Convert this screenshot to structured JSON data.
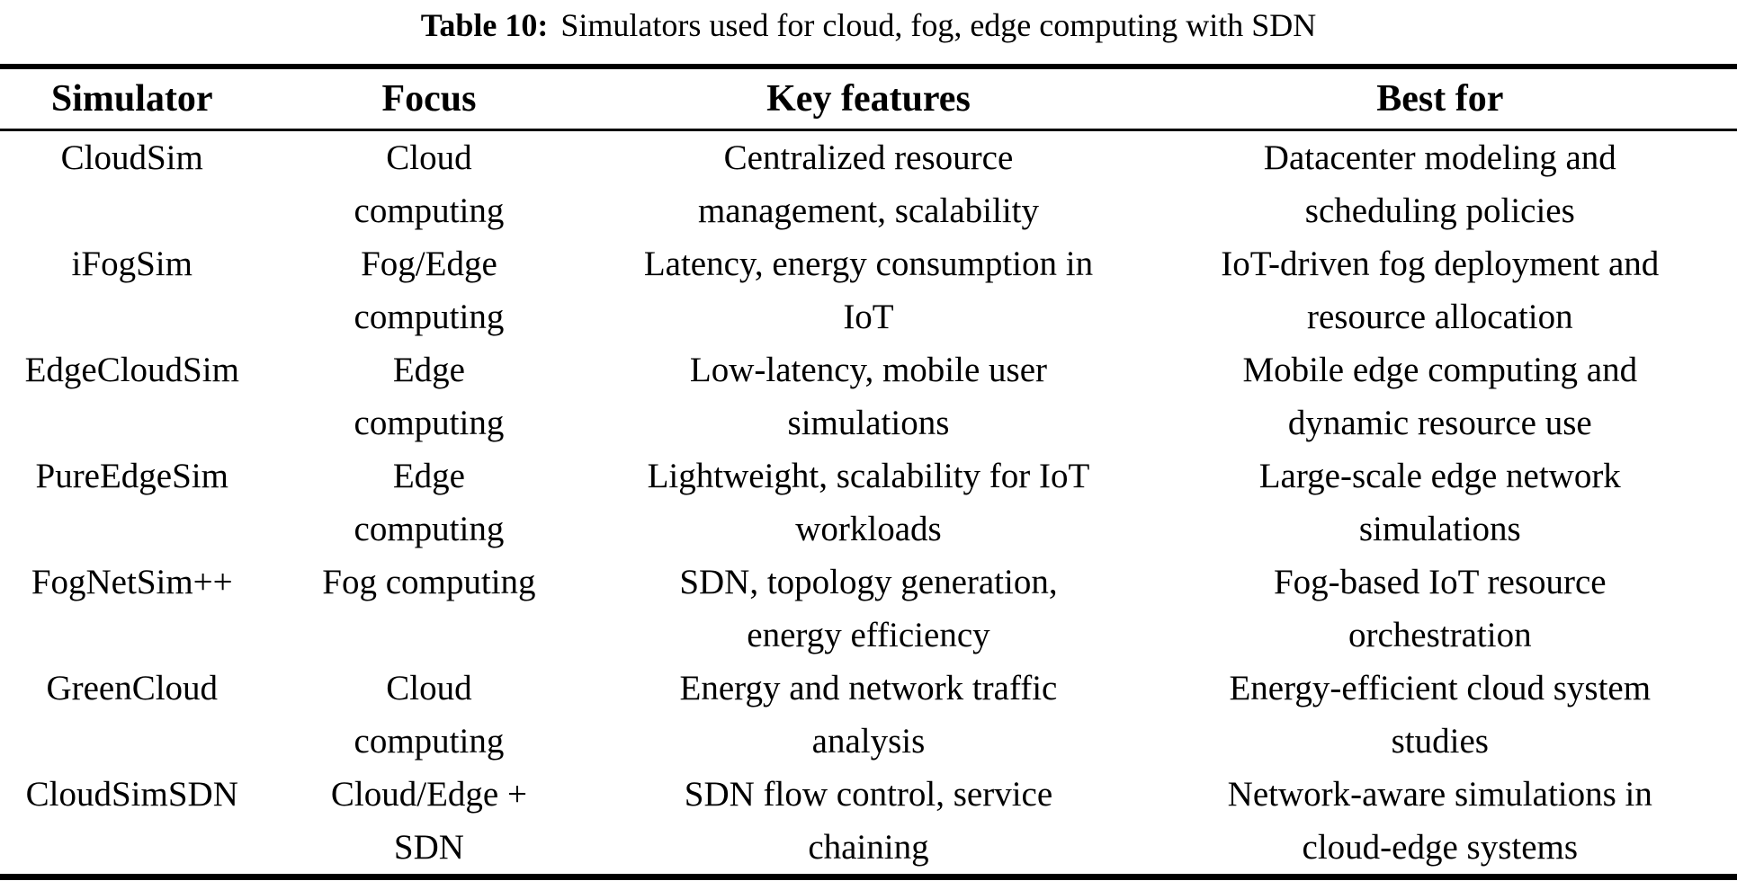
{
  "caption": {
    "label": "Table 10:",
    "text": "Simulators used for cloud, fog, edge computing with SDN"
  },
  "table": {
    "columns": [
      "Simulator",
      "Focus",
      "Key features",
      "Best for"
    ],
    "rows": [
      {
        "simulator": "CloudSim",
        "focus": "Cloud\ncomputing",
        "key_features": "Centralized resource\nmanagement, scalability",
        "best_for": "Datacenter modeling and\nscheduling policies"
      },
      {
        "simulator": "iFogSim",
        "focus": "Fog/Edge\ncomputing",
        "key_features": "Latency, energy consumption in\nIoT",
        "best_for": "IoT-driven fog deployment and\nresource allocation"
      },
      {
        "simulator": "EdgeCloudSim",
        "focus": "Edge\ncomputing",
        "key_features": "Low-latency, mobile user\nsimulations",
        "best_for": "Mobile edge computing and\ndynamic resource use"
      },
      {
        "simulator": "PureEdgeSim",
        "focus": "Edge\ncomputing",
        "key_features": "Lightweight, scalability for IoT\nworkloads",
        "best_for": "Large-scale edge network\nsimulations"
      },
      {
        "simulator": "FogNetSim++",
        "focus": "Fog computing",
        "key_features": "SDN, topology generation,\nenergy efficiency",
        "best_for": "Fog-based IoT resource\norchestration"
      },
      {
        "simulator": "GreenCloud",
        "focus": "Cloud\ncomputing",
        "key_features": "Energy and network traffic\nanalysis",
        "best_for": "Energy-efficient cloud system\nstudies"
      },
      {
        "simulator": "CloudSimSDN",
        "focus": "Cloud/Edge +\nSDN",
        "key_features": "SDN flow control, service\nchaining",
        "best_for": "Network-aware simulations in\ncloud-edge systems"
      }
    ],
    "colors": {
      "text": "#000000",
      "background": "#ffffff",
      "rule": "#000000"
    }
  }
}
